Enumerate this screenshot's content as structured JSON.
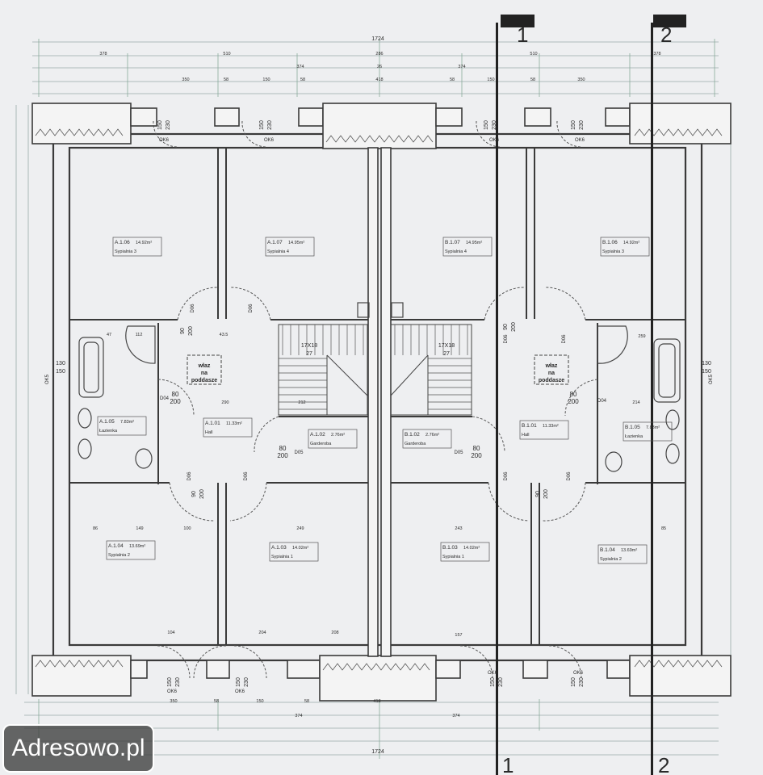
{
  "dimensions": {
    "total": "1724",
    "top_row1": [
      "378",
      "510",
      "286",
      "510",
      "378"
    ],
    "top_row2": [
      "374",
      "26",
      "374"
    ],
    "top_row3": [
      "350",
      "58",
      "150",
      "58",
      "418",
      "58",
      "150",
      "58",
      "350"
    ],
    "bottom_row1": [
      "350",
      "58",
      "150",
      "58",
      "418"
    ],
    "bottom_row2": [
      "374",
      "374"
    ],
    "bottom_total": "1724"
  },
  "section_marks": [
    "1",
    "2"
  ],
  "rooms": [
    {
      "id": "A.1.06",
      "area": "14.92m²",
      "name": "Sypialnia 3"
    },
    {
      "id": "A.1.07",
      "area": "14.95m²",
      "name": "Sypialnia 4"
    },
    {
      "id": "B.1.07",
      "area": "14.95m²",
      "name": "Sypialnia 4"
    },
    {
      "id": "B.1.06",
      "area": "14.92m²",
      "name": "Sypialnia 3"
    },
    {
      "id": "A.1.05",
      "area": "7.83m²",
      "name": "Łazienka"
    },
    {
      "id": "A.1.01",
      "area": "11.33m²",
      "name": "Hall"
    },
    {
      "id": "A.1.02",
      "area": "2.76m²",
      "name": "Garderoba"
    },
    {
      "id": "B.1.02",
      "area": "2.76m²",
      "name": "Garderoba"
    },
    {
      "id": "B.1.01",
      "area": "11.33m²",
      "name": "Hall"
    },
    {
      "id": "B.1.05",
      "area": "7.83m²",
      "name": "Łazienka"
    },
    {
      "id": "A.1.04",
      "area": "13.69m²",
      "name": "Sypialnia 2"
    },
    {
      "id": "A.1.03",
      "area": "14.02m²",
      "name": "Sypialnia 1"
    },
    {
      "id": "B.1.03",
      "area": "14.02m²",
      "name": "Sypialnia 1"
    },
    {
      "id": "B.1.04",
      "area": "13.69m²",
      "name": "Sypialnia 2"
    }
  ],
  "stairs": [
    {
      "label": "17X18",
      "steps": "27"
    },
    {
      "label": "17X18",
      "steps": "27"
    }
  ],
  "hatch": {
    "line1": "właz",
    "line2": "na",
    "line3": "poddasze"
  },
  "doors": {
    "d06": "D06",
    "d04": "D04",
    "d05": "D05",
    "d06_size": [
      "90",
      "200"
    ],
    "d04_size": [
      "80",
      "200"
    ],
    "d05_size": [
      "80",
      "200"
    ]
  },
  "windows": {
    "ok6": "OK6",
    "ok5": "OK5",
    "ok6_size": [
      "150",
      "230"
    ],
    "ok5_size": [
      "130",
      "150"
    ]
  },
  "inner_dims": [
    "43.5",
    "290",
    "212",
    "249",
    "243",
    "100",
    "149",
    "86",
    "85",
    "104",
    "204",
    "208",
    "157",
    "259",
    "214",
    "112",
    "47"
  ],
  "watermark": "Adresowo.pl",
  "colors": {
    "paper": "#eeeff1",
    "wall": "#3a3a3a",
    "line": "#444444",
    "section": "#222222"
  }
}
